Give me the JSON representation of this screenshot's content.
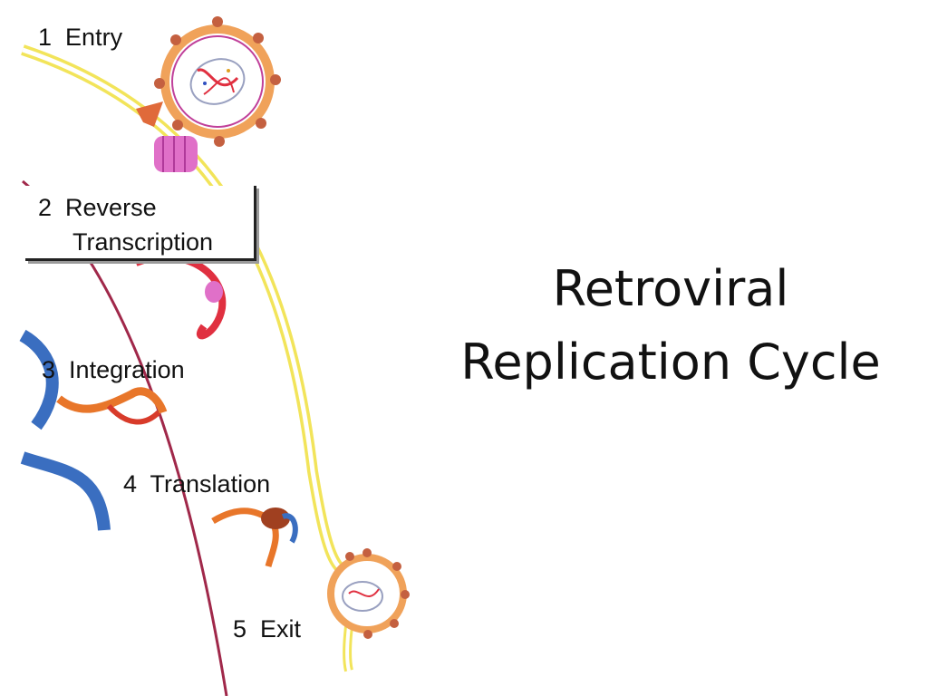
{
  "slide": {
    "title_line1": "Retroviral",
    "title_line2": "Replication Cycle"
  },
  "diagram": {
    "steps": [
      {
        "number": "1",
        "label": "Entry"
      },
      {
        "number": "2",
        "label_line1": "Reverse",
        "label_line2": "Transcription"
      },
      {
        "number": "3",
        "label": "Integration"
      },
      {
        "number": "4",
        "label": "Translation"
      },
      {
        "number": "5",
        "label": "Exit"
      }
    ],
    "colors": {
      "cell_membrane": "#f2e45a",
      "nuclear_membrane": "#a0284a",
      "virus_envelope": "#f0a25a",
      "spike": "#c46040",
      "rna": "#e03040",
      "host_dna": "#3a6ec0",
      "receptor": "#e070c8"
    }
  }
}
